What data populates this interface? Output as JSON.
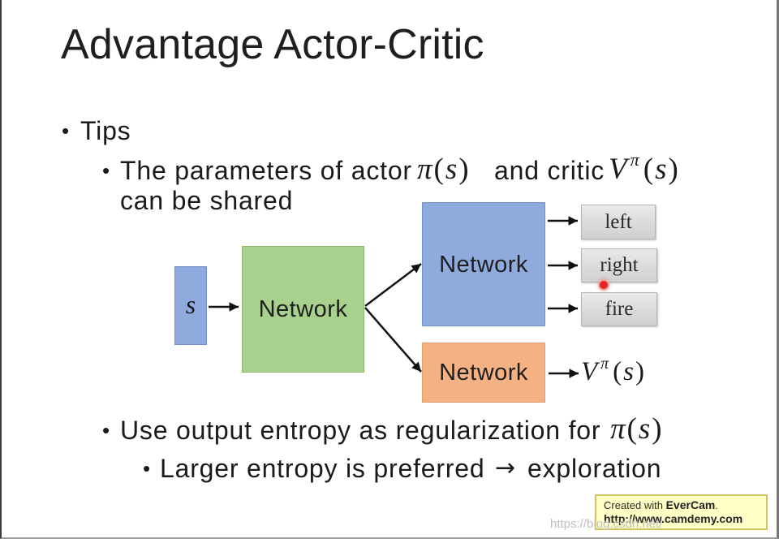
{
  "slide": {
    "title": "Advantage Actor-Critic",
    "bullet_glyph": "•",
    "bullets": {
      "tips": "Tips",
      "shared": {
        "text_before": "The parameters of actor",
        "actor_policy": {
          "base": "π",
          "lparen": "(",
          "var": "s",
          "rparen": ")"
        },
        "text_middle": "and critic",
        "critic_value": {
          "base": "V",
          "sup": "π",
          "lparen": "(",
          "var": "s",
          "rparen": ")"
        },
        "text_line2": "can be shared"
      },
      "entropy": {
        "text": "Use output entropy as regularization for",
        "policy": {
          "base": "π",
          "lparen": "(",
          "var": "s",
          "rparen": ")"
        }
      },
      "larger_entropy": {
        "text_before": "Larger entropy is preferred",
        "arrow": "→",
        "text_after": "exploration"
      }
    }
  },
  "diagram": {
    "input_label": "s",
    "shared_network_label": "Network",
    "actor_network_label": "Network",
    "critic_network_label": "Network",
    "actions": [
      "left",
      "right",
      "fire"
    ],
    "critic_output": {
      "base": "V",
      "sup": "π",
      "lparen": "(",
      "var": "s",
      "rparen": ")"
    },
    "colors": {
      "input_box": "#8faadc",
      "shared_network": "#a9d18e",
      "actor_network": "#8faadc",
      "critic_network": "#f4b183",
      "action_box": "#d9d9d9",
      "arrow": "#111111",
      "pointer_dot": "#e02424"
    }
  },
  "watermarks": {
    "evercam": {
      "prefix": "Created with ",
      "brand": "EverCam",
      "suffix": ".",
      "url": "http://www.camdemy.com"
    },
    "csdn": "https://blog.csdn.net/"
  }
}
